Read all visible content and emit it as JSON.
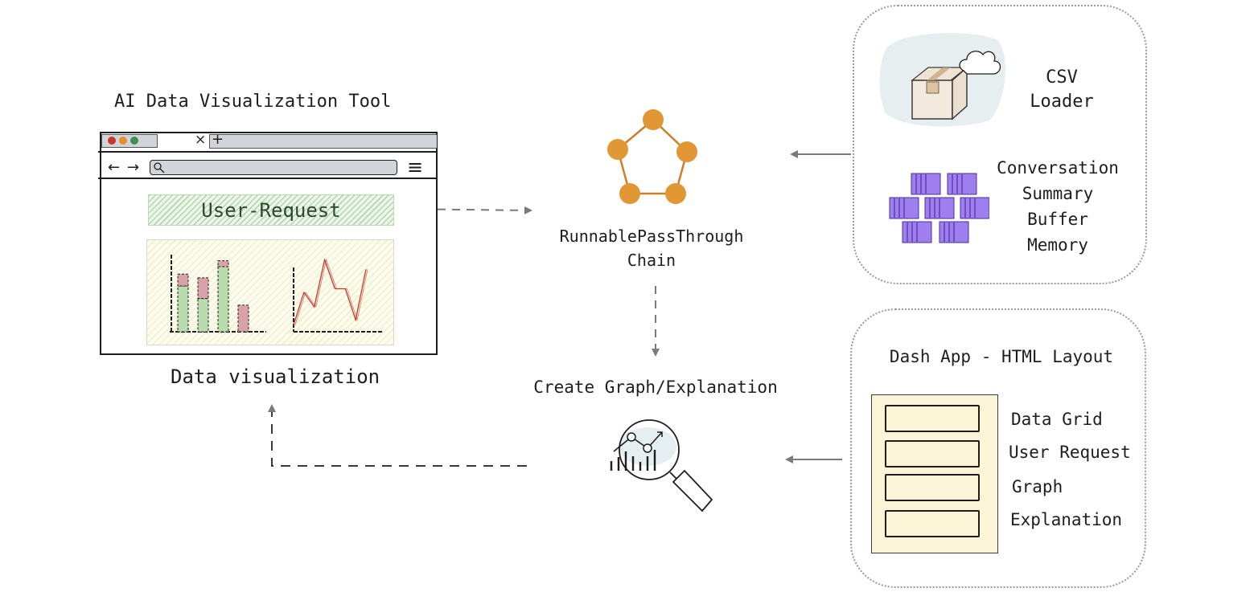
{
  "colors": {
    "chain_node": "#e09734",
    "memory_block": "#9f7ff0",
    "arrow": "#7a7a7a",
    "layout_bg": "#fbf4d6",
    "browser_tab_bar": "#d1d4d9",
    "traffic_red": "#c8392b",
    "traffic_orange": "#e58f31",
    "traffic_green": "#3f8f55"
  },
  "browser": {
    "title": "AI Data Visualization Tool",
    "caption": "Data visualization",
    "close_tab_glyph": "×",
    "new_tab_glyph": "+",
    "back_glyph": "←",
    "forward_glyph": "→",
    "menu_glyph": "≡",
    "user_request_label": "User-Request",
    "mini_bar_chart": {
      "type": "stacked-bar",
      "bars": [
        {
          "green": 0.62,
          "red": 0.16
        },
        {
          "green": 0.45,
          "red": 0.28
        },
        {
          "green": 0.88,
          "red": 0.08
        },
        {
          "green": 0.0,
          "red": 0.36
        }
      ]
    },
    "mini_line_chart": {
      "type": "line",
      "values": [
        0.05,
        0.5,
        0.3,
        0.95,
        0.55,
        0.55,
        0.12,
        0.82
      ]
    }
  },
  "chain": {
    "label_line1": "RunnablePassThrough",
    "label_line2": "Chain"
  },
  "graph_step": {
    "label": "Create Graph/Explanation"
  },
  "data_sources": {
    "csv_line1": "CSV",
    "csv_line2": "Loader",
    "memory_lines": [
      "Conversation",
      "Summary",
      "Buffer",
      "Memory"
    ]
  },
  "dash_app": {
    "title": "Dash App - HTML Layout",
    "components": [
      "Data Grid",
      "User Request",
      "Graph",
      "Explanation"
    ]
  }
}
